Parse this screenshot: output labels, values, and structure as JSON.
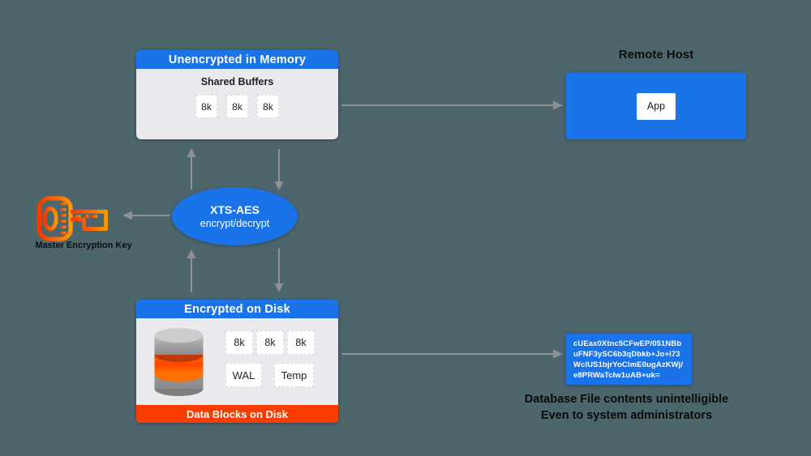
{
  "colors": {
    "background": "#4d666c",
    "accent_blue": "#1a73e8",
    "panel_gray": "#e8eaed",
    "footer_orange": "#f93d00",
    "arrow_gray": "#8d9194",
    "key_orange": "#ff6a00"
  },
  "memory_panel": {
    "title": "Unencrypted in Memory",
    "subtitle": "Shared Buffers",
    "blocks": [
      "8k",
      "8k",
      "8k"
    ]
  },
  "remote_host": {
    "title": "Remote Host",
    "app_label": "App"
  },
  "cipher_node": {
    "title": "XTS-AES",
    "subtitle": "encrypt/decrypt"
  },
  "master_key": {
    "label": "Master Encryption Key"
  },
  "disk_panel": {
    "title": "Encrypted on Disk",
    "blocks": [
      "8k",
      "8k",
      "8k"
    ],
    "wal_label": "WAL",
    "temp_label": "Temp",
    "footer": "Data Blocks on Disk"
  },
  "encrypted_file": {
    "lines": [
      "cUEax0Xtnc5CFwEP/051NBb",
      "uFNF3ySC6b3qDbkb+Jo+l73",
      "WclUS1bjrYoClmE0ugAzKWj/",
      "e8PRWaTcIw1uAB+uk="
    ],
    "caption_line1": "Database File contents unintelligible",
    "caption_line2": "Even to system administrators"
  }
}
